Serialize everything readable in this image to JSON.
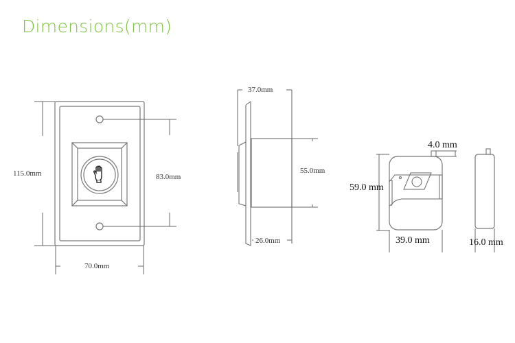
{
  "title": "Dimensions(mm)",
  "colors": {
    "title": "#7dc242"
  },
  "front_view": {
    "height": "115.0mm",
    "hole_spacing": "83.0mm",
    "width": "70.0mm",
    "button_icon": "hand-icon"
  },
  "side_view": {
    "total_depth": "37.0mm",
    "body_height": "55.0mm",
    "body_depth": "26.0mm"
  },
  "remote": {
    "antenna": "4.0 mm",
    "height": "59.0 mm",
    "width": "39.0 mm",
    "thickness": "16.0 mm"
  }
}
